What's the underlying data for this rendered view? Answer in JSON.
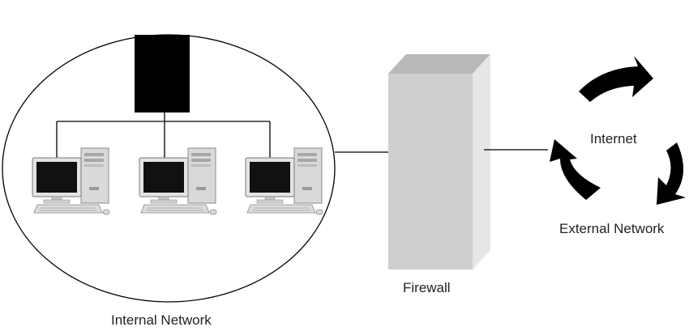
{
  "labels": {
    "internal_network": "Internal Network",
    "firewall": "Firewall",
    "internet": "Internet",
    "external_network": "External Network"
  },
  "icons": {
    "server": "server-icon",
    "workstation": "desktop-computer-icon",
    "firewall": "firewall-block-icon",
    "internet_cycle": "circular-arrows-icon"
  },
  "colors": {
    "server_fill": "#000000",
    "firewall_front": "#cfcfcf",
    "firewall_top": "#b9b9b9",
    "firewall_side": "#e6e6e6",
    "line": "#000000",
    "monitor_screen": "#111111",
    "computer_body": "#d4d4d4"
  },
  "workstations": [
    {
      "id": "pc-1"
    },
    {
      "id": "pc-2"
    },
    {
      "id": "pc-3"
    }
  ]
}
